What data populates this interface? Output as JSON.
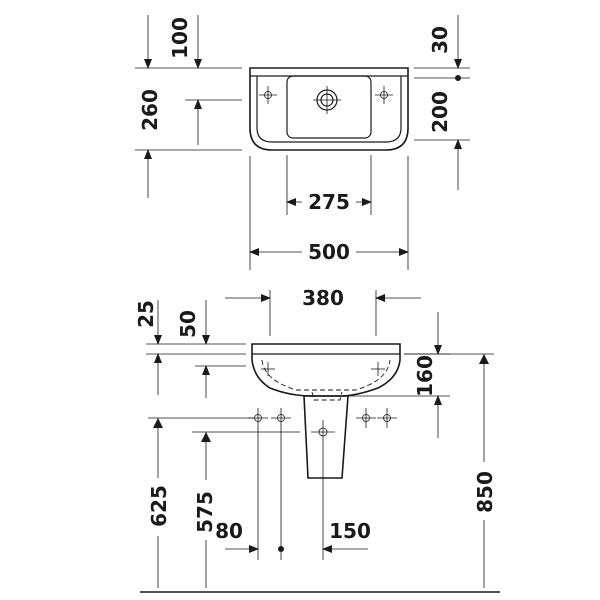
{
  "top_view": {
    "width_500": "500",
    "inner_275": "275",
    "depth_260": "260",
    "tap_to_back_100": "100",
    "rim_30": "30",
    "front_200": "200"
  },
  "front_view": {
    "bowl_380": "380",
    "rim_25": "25",
    "rim_50": "50",
    "trap_160": "160",
    "floor_850": "850",
    "floor_625": "625",
    "floor_575": "575",
    "pipe_80": "80",
    "pipe_150": "150"
  }
}
